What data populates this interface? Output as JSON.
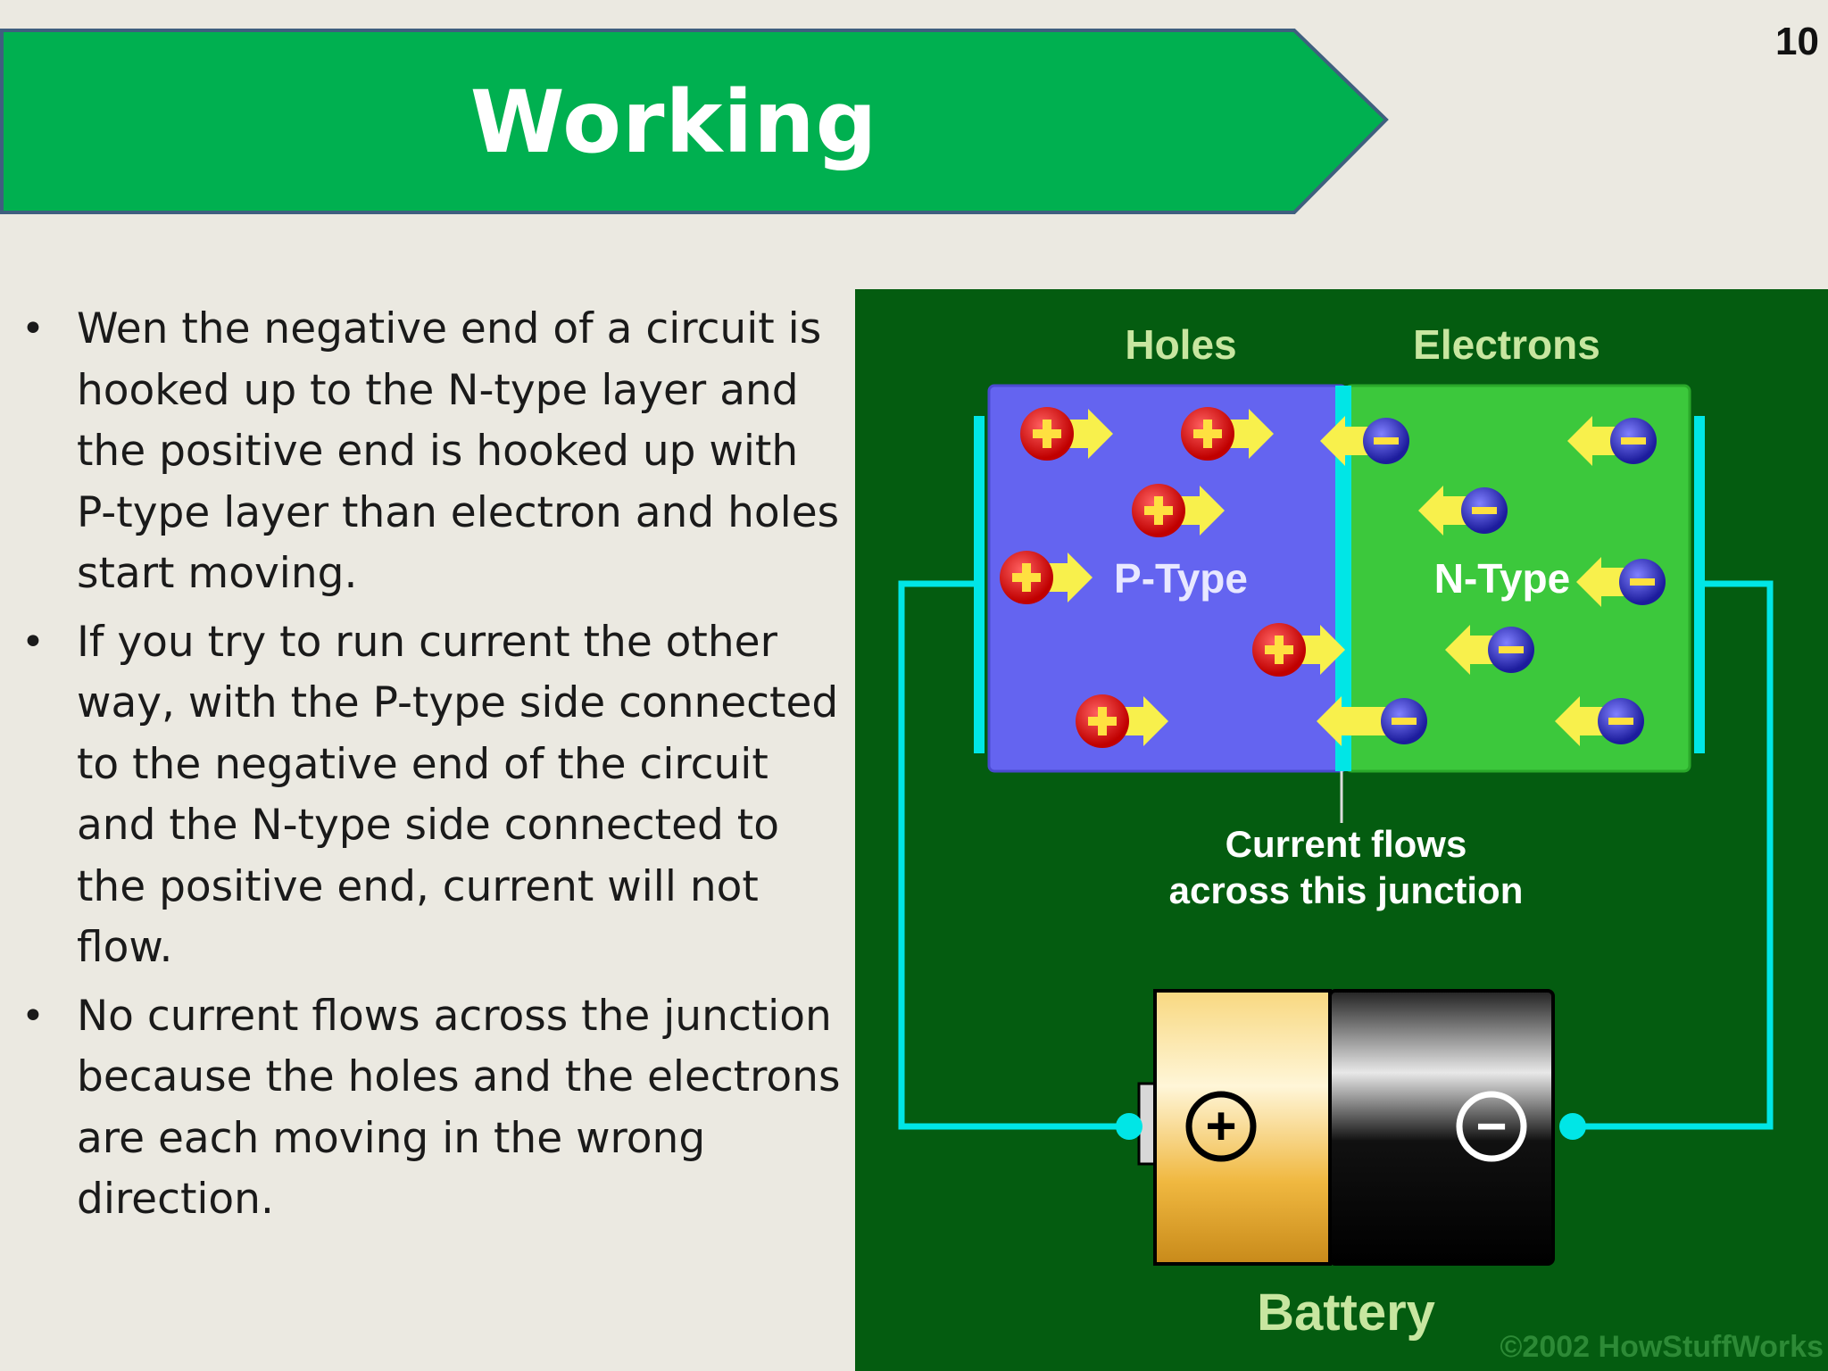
{
  "slide": {
    "page_number": "10",
    "title": "Working"
  },
  "bullets": [
    "Wen the negative end of  a circuit is hooked up to the N-type layer and the positive end is hooked up with P-type layer  than electron and holes start moving.",
    "If you try to run current the other way, with the P-type side connected to the negative end of the circuit and the N-type side connected to the positive end, current will not flow.",
    "No current flows across the junction because the holes and the electrons are each moving in the wrong direction."
  ],
  "bullet_marker": "•",
  "diagram": {
    "holes_label": "Holes",
    "electrons_label": "Electrons",
    "p_type_label": "P-Type",
    "n_type_label": "N-Type",
    "junction_caption_line1": "Current flows",
    "junction_caption_line2": "across this junction",
    "battery_label": "Battery",
    "battery_plus": "+",
    "battery_minus": "−",
    "copyright": "©2002 HowStuffWorks",
    "colors": {
      "background": "#045c10",
      "p_type": "#6464f0",
      "n_type": "#3cc83c",
      "wire": "#00e6e6",
      "label": "#c8e6a0"
    }
  },
  "colors": {
    "banner": "#00b050",
    "banner_border": "#3f5f7f",
    "slide_background": "#ebe9e1"
  }
}
